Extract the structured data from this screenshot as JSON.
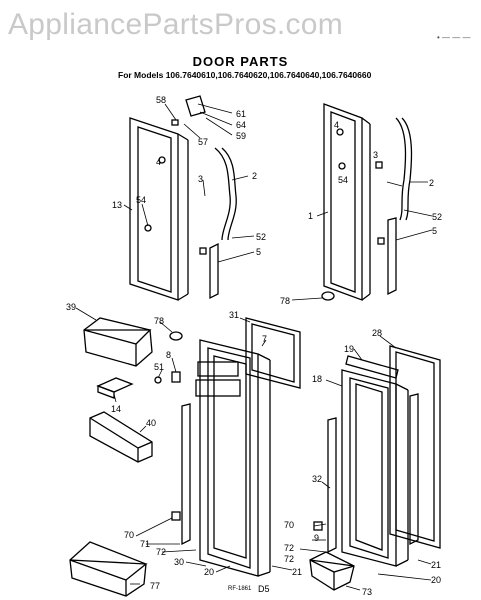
{
  "watermark": "AppliancePartsPros.com",
  "corner_mark": "• — — —",
  "title": "DOOR PARTS",
  "models": "For Models 106.7640610,106.7640620,106.7640640,106.7640660",
  "footer": {
    "code": "RF-1861",
    "page": "D5"
  },
  "callouts": [
    "58",
    "61",
    "64",
    "57",
    "59",
    "4",
    "2",
    "3",
    "13",
    "54",
    "52",
    "5",
    "1",
    "4",
    "3",
    "54",
    "2",
    "52",
    "5",
    "78",
    "39",
    "78",
    "31",
    "7",
    "28",
    "19",
    "8",
    "51",
    "18",
    "14",
    "40",
    "32",
    "70",
    "9",
    "72",
    "71",
    "72",
    "30",
    "20",
    "21",
    "77",
    "70",
    "72",
    "21",
    "20",
    "73"
  ]
}
